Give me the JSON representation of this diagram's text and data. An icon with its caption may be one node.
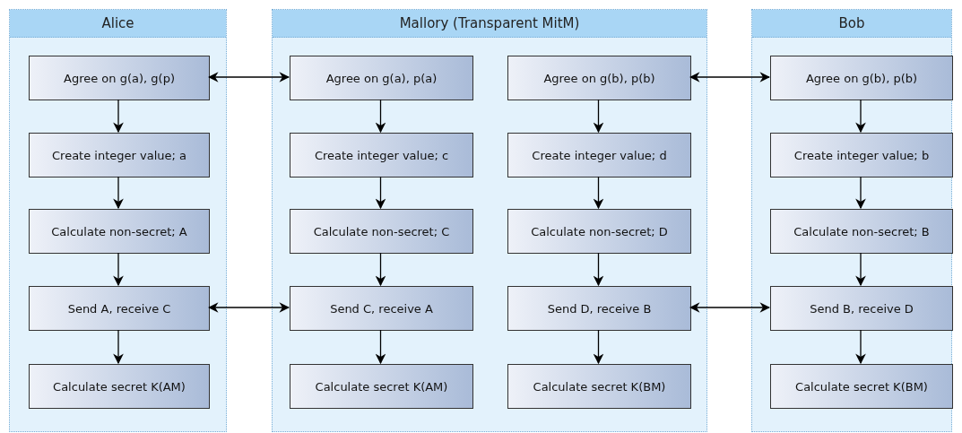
{
  "diagram": {
    "nodes": [
      {
        "text": [
          "Alice"
        ]
      },
      {
        "text": [
          "Agree on g(a), g(p)"
        ],
        "in": 0
      },
      {
        "text": [
          "Create integer value; a"
        ],
        "in": 0
      },
      {
        "text": [
          "Calculate non-secret; A"
        ],
        "in": 0
      },
      {
        "text": [
          "Send A, receive C"
        ],
        "in": 0
      },
      {
        "text": [
          "Calculate secret K(AM)"
        ],
        "in": 0
      },
      {
        "text": [
          "Mallory (Transparent MitM)"
        ]
      },
      {
        "text": [
          "Agree on g(a), p(a)"
        ],
        "in": 6
      },
      {
        "text": [
          "Create integer value; c"
        ],
        "in": 6
      },
      {
        "text": [
          "Calculate non-secret; C"
        ],
        "in": 6
      },
      {
        "text": [
          "Send C, receive A"
        ],
        "in": 6
      },
      {
        "text": [
          "Calculate secret K(AM)"
        ],
        "in": 6
      },
      {
        "text": [
          "Agree on g(b), p(b)"
        ],
        "in": 6
      },
      {
        "text": [
          "Create integer value; d"
        ],
        "in": 6
      },
      {
        "text": [
          "Calculate non-secret; D"
        ],
        "in": 6
      },
      {
        "text": [
          "Send D, receive B"
        ],
        "in": 6
      },
      {
        "text": [
          "Calculate secret K(BM)"
        ],
        "in": 6
      },
      {
        "text": [
          "Bob"
        ]
      },
      {
        "text": [
          "Agree on g(b), p(b)"
        ],
        "in": 17
      },
      {
        "text": [
          "Create integer value; b"
        ],
        "in": 17
      },
      {
        "text": [
          "Calculate non-secret; B"
        ],
        "in": 17
      },
      {
        "text": [
          "Send B, receive D"
        ],
        "in": 17
      },
      {
        "text": [
          "Calculate secret K(BM)"
        ],
        "in": 17
      }
    ],
    "edges": [
      {
        "from": 1,
        "to": 2,
        "arrow": "to"
      },
      {
        "from": 2,
        "to": 3,
        "arrow": "to"
      },
      {
        "from": 3,
        "to": 4,
        "arrow": "to"
      },
      {
        "from": 4,
        "to": 5,
        "arrow": "to"
      },
      {
        "from": 7,
        "to": 8,
        "arrow": "to"
      },
      {
        "from": 8,
        "to": 9,
        "arrow": "to"
      },
      {
        "from": 9,
        "to": 10,
        "arrow": "to"
      },
      {
        "from": 10,
        "to": 11,
        "arrow": "to"
      },
      {
        "from": 12,
        "to": 13,
        "arrow": "to"
      },
      {
        "from": 13,
        "to": 14,
        "arrow": "to"
      },
      {
        "from": 14,
        "to": 15,
        "arrow": "to"
      },
      {
        "from": 15,
        "to": 16,
        "arrow": "to"
      },
      {
        "from": 18,
        "to": 19,
        "arrow": "to"
      },
      {
        "from": 19,
        "to": 20,
        "arrow": "to"
      },
      {
        "from": 20,
        "to": 21,
        "arrow": "to"
      },
      {
        "from": 21,
        "to": 22,
        "arrow": "to"
      },
      {
        "from": 1,
        "to": 7,
        "arrow": "both"
      },
      {
        "from": 12,
        "to": 18,
        "arrow": "both"
      },
      {
        "from": 4,
        "to": 10,
        "arrow": "both"
      },
      {
        "from": 15,
        "to": 21,
        "arrow": "both"
      }
    ]
  }
}
